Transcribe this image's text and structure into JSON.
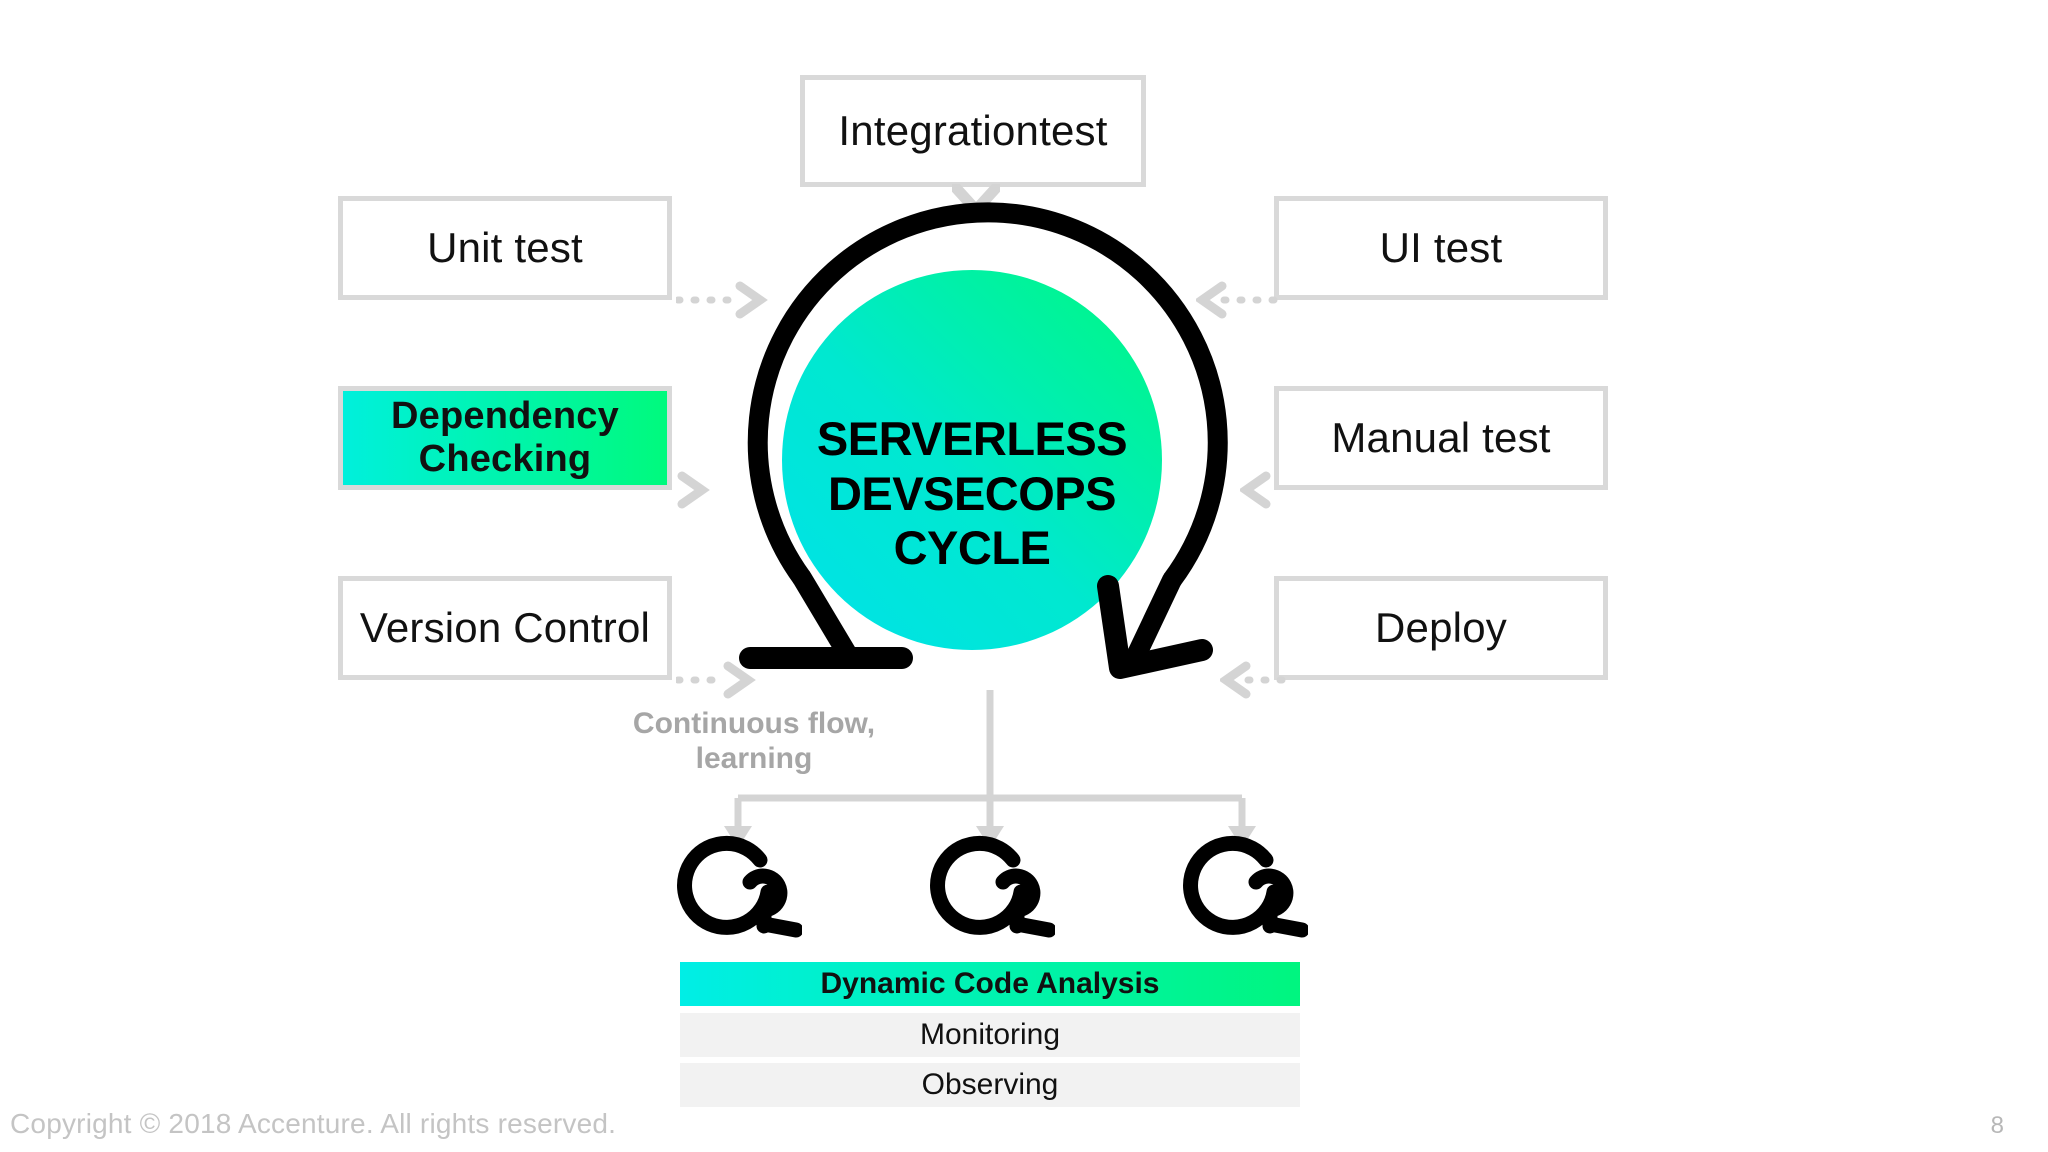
{
  "slide": {
    "page_number": "8",
    "copyright": "Copyright © 2018 Accenture. All rights reserved."
  },
  "cycle": {
    "label_line1": "SERVERLESS",
    "label_line2": "DEVSECOPS",
    "label_line3": "CYCLE",
    "ring_color": "#000000",
    "fill_gradient_from": "#00e6e6",
    "fill_gradient_to": "#00f87f"
  },
  "boxes": {
    "top": {
      "label": "Integration test",
      "line1": "Integration",
      "line2": "test"
    },
    "left": [
      {
        "label": "Unit test",
        "highlighted": false
      },
      {
        "label": "Dependency Checking",
        "line1": "Dependency",
        "line2": "Checking",
        "highlighted": true
      },
      {
        "label": "Version Control",
        "highlighted": false
      }
    ],
    "right": [
      {
        "label": "UI test",
        "highlighted": false
      },
      {
        "label": "Manual test",
        "highlighted": false
      },
      {
        "label": "Deploy",
        "highlighted": false
      }
    ]
  },
  "flow_caption": {
    "line1": "Continuous flow,",
    "line2": "learning"
  },
  "bottom_bars": [
    {
      "label": "Dynamic Code Analysis",
      "highlighted": true
    },
    {
      "label": "Monitoring",
      "highlighted": false
    },
    {
      "label": "Observing",
      "highlighted": false
    }
  ],
  "colors": {
    "box_border": "#d9d9d9",
    "connector": "#d4d4d4",
    "accent_cyan": "#00efe0",
    "accent_green": "#00fa7d",
    "bar_plain": "#f2f2f2",
    "caption_gray": "#a6a6a6",
    "footer_gray": "#c4c4c4"
  }
}
